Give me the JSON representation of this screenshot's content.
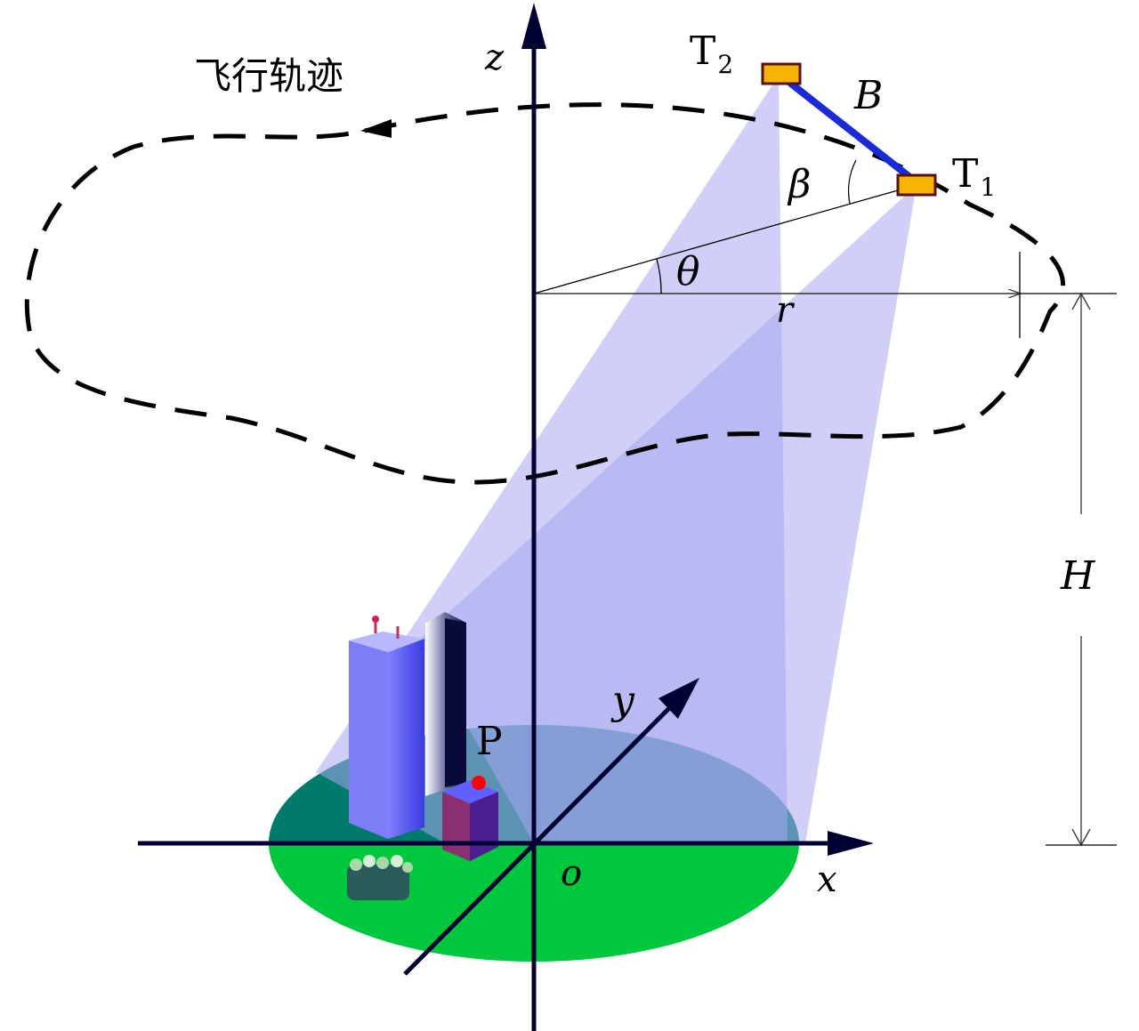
{
  "labels": {
    "trajectory": "飞行轨迹",
    "z_axis": "z",
    "x_axis": "x",
    "y_axis": "y",
    "origin": "o",
    "t2_main": "T",
    "t2_sub": "2",
    "t1_main": "T",
    "t1_sub": "1",
    "baseline": "B",
    "beta": "β",
    "theta": "θ",
    "radius": "r",
    "height": "H",
    "target": "P"
  },
  "colors": {
    "beam": "#a8a8f0",
    "baseline": "#1a2ad8",
    "platform": "#f4b400",
    "ground_light": "#00c83c",
    "ground_dark": "#007a6a",
    "axis": "#000033",
    "target_dot": "#ff0000"
  }
}
